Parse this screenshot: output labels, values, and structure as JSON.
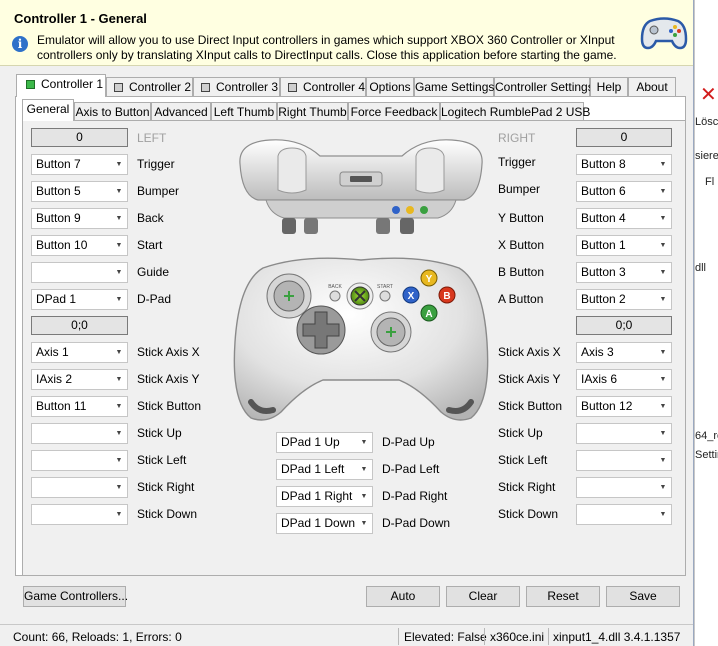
{
  "window": {
    "title": "Controller 1 - General",
    "description": "Emulator will allow you to use Direct Input controllers in games which support XBOX 360 Controller or XInput controllers only by translating XInput calls to DirectInput calls. Close this application before starting the game."
  },
  "tabs": [
    "Controller 1",
    "Controller 2",
    "Controller 3",
    "Controller 4",
    "Options",
    "Game Settings",
    "Controller Settings",
    "Help",
    "About"
  ],
  "subtabs": [
    "General",
    "Axis to Button",
    "Advanced",
    "Left Thumb",
    "Right Thumb",
    "Force Feedback",
    "Logitech RumblePad 2 USB"
  ],
  "left": {
    "header": "LEFT",
    "value": "0",
    "rows": [
      {
        "value": "Button 7",
        "label": "Trigger"
      },
      {
        "value": "Button 5",
        "label": "Bumper"
      },
      {
        "value": "Button 9",
        "label": "Back"
      },
      {
        "value": "Button 10",
        "label": "Start"
      },
      {
        "value": "",
        "label": "Guide"
      },
      {
        "value": "DPad 1",
        "label": "D-Pad"
      }
    ],
    "stick_value": "0;0",
    "stick_rows": [
      {
        "value": "Axis 1",
        "label": "Stick Axis X"
      },
      {
        "value": "IAxis 2",
        "label": "Stick Axis Y"
      },
      {
        "value": "Button 11",
        "label": "Stick Button"
      },
      {
        "value": "",
        "label": "Stick Up"
      },
      {
        "value": "",
        "label": "Stick Left"
      },
      {
        "value": "",
        "label": "Stick Right"
      },
      {
        "value": "",
        "label": "Stick Down"
      }
    ]
  },
  "right": {
    "header": "RIGHT",
    "value": "0",
    "rows": [
      {
        "value": "Button 8",
        "label": "Trigger"
      },
      {
        "value": "Button 6",
        "label": "Bumper"
      },
      {
        "value": "Button 4",
        "label": "Y Button"
      },
      {
        "value": "Button 1",
        "label": "X Button"
      },
      {
        "value": "Button 3",
        "label": "B Button"
      },
      {
        "value": "Button 2",
        "label": "A Button"
      }
    ],
    "stick_value": "0;0",
    "stick_rows": [
      {
        "value": "Axis 3",
        "label": "Stick Axis X"
      },
      {
        "value": "IAxis 6",
        "label": "Stick Axis Y"
      },
      {
        "value": "Button 12",
        "label": "Stick Button"
      },
      {
        "value": "",
        "label": "Stick Up"
      },
      {
        "value": "",
        "label": "Stick Left"
      },
      {
        "value": "",
        "label": "Stick Right"
      },
      {
        "value": "",
        "label": "Stick Down"
      }
    ]
  },
  "dpad": [
    {
      "value": "DPad 1 Up",
      "label": "D-Pad Up"
    },
    {
      "value": "DPad 1 Left",
      "label": "D-Pad Left"
    },
    {
      "value": "DPad 1 Right",
      "label": "D-Pad Right"
    },
    {
      "value": "DPad 1 Down",
      "label": "D-Pad Down"
    }
  ],
  "controller_labels": {
    "back": "BACK",
    "start": "START"
  },
  "face_buttons": {
    "y": "Y",
    "x": "X",
    "b": "B",
    "a": "A",
    "y_color": "#e8b820",
    "x_color": "#2f62c8",
    "b_color": "#d8381e",
    "a_color": "#3aa040"
  },
  "buttons": {
    "game_controllers": "Game Controllers...",
    "auto": "Auto",
    "clear": "Clear",
    "reset": "Reset",
    "save": "Save"
  },
  "status": {
    "counts": "Count: 66, Reloads: 1, Errors: 0",
    "elevated": "Elevated: False",
    "ini": "x360ce.ini",
    "dll": "xinput1_4.dll 3.4.1.1357"
  },
  "background_window": {
    "l1": "Lösc",
    "l2": "siere",
    "l3": "Fl",
    "l4": "dll",
    "l5": "64_re",
    "l6": "Settir"
  }
}
